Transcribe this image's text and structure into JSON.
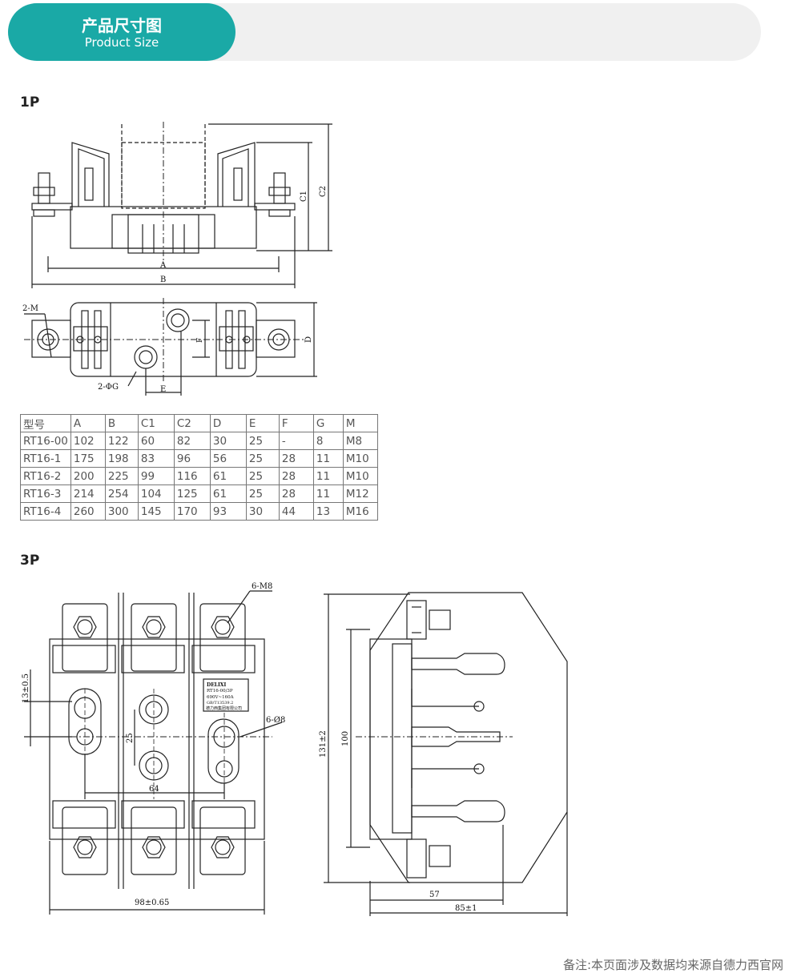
{
  "header": {
    "title_zh": "产品尺寸图",
    "title_en": "Product Size"
  },
  "sections": {
    "one_pole": "1P",
    "three_pole": "3P"
  },
  "diagram_1p": {
    "labels": {
      "A": "A",
      "B": "B",
      "C1": "C1",
      "C2": "C2",
      "D": "D",
      "E": "E",
      "F": "F",
      "M": "2-M",
      "G": "2-ΦG"
    }
  },
  "table": {
    "headers": [
      "型号",
      "A",
      "B",
      "C1",
      "C2",
      "D",
      "E",
      "F",
      "G",
      "M"
    ],
    "rows": [
      [
        "RT16-00",
        "102",
        "122",
        "60",
        "82",
        "30",
        "25",
        "-",
        "8",
        "M8"
      ],
      [
        "RT16-1",
        "175",
        "198",
        "83",
        "96",
        "56",
        "25",
        "28",
        "11",
        "M10"
      ],
      [
        "RT16-2",
        "200",
        "225",
        "99",
        "116",
        "61",
        "25",
        "28",
        "11",
        "M10"
      ],
      [
        "RT16-3",
        "214",
        "254",
        "104",
        "125",
        "61",
        "25",
        "28",
        "11",
        "M12"
      ],
      [
        "RT16-4",
        "260",
        "300",
        "145",
        "170",
        "93",
        "30",
        "44",
        "13",
        "M16"
      ]
    ]
  },
  "diagram_3p": {
    "labels": {
      "bolts": "6-M8",
      "holes": "6-Ø8",
      "tol_13": "13±0.5",
      "pitch_25": "25",
      "pitch_64": "64",
      "width_98": "98±0.65",
      "height_131": "131±2",
      "height_100": "100",
      "depth_57": "57",
      "depth_85": "85±1"
    },
    "nameplate": [
      "DELIXI",
      "RT16-00/3P",
      "690V~160A",
      "GB/T13539.2",
      "德力西集团有限公司"
    ]
  },
  "footer": {
    "note": "备注:本页面涉及数据均来源自德力西官网"
  }
}
